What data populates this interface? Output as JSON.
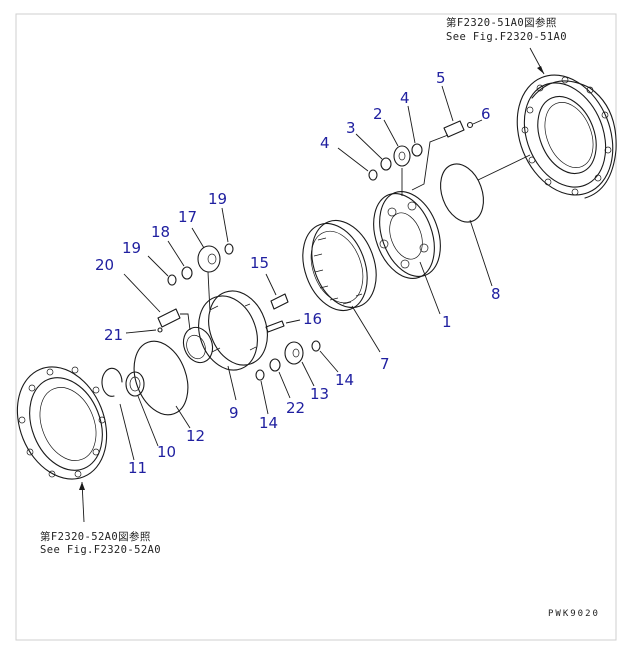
{
  "reference_top": {
    "line_jp": "第F2320-51A0図参照",
    "line_en": "See Fig.F2320-51A0"
  },
  "reference_bottom": {
    "line_jp": "第F2320-52A0図参照",
    "line_en": "See Fig.F2320-52A0"
  },
  "drawing_code": "PWK9020",
  "callouts": [
    "1",
    "2",
    "3",
    "4",
    "4",
    "5",
    "6",
    "7",
    "8",
    "9",
    "10",
    "11",
    "12",
    "13",
    "14",
    "14",
    "16",
    "17",
    "18",
    "19",
    "19",
    "20",
    "21",
    "22"
  ]
}
